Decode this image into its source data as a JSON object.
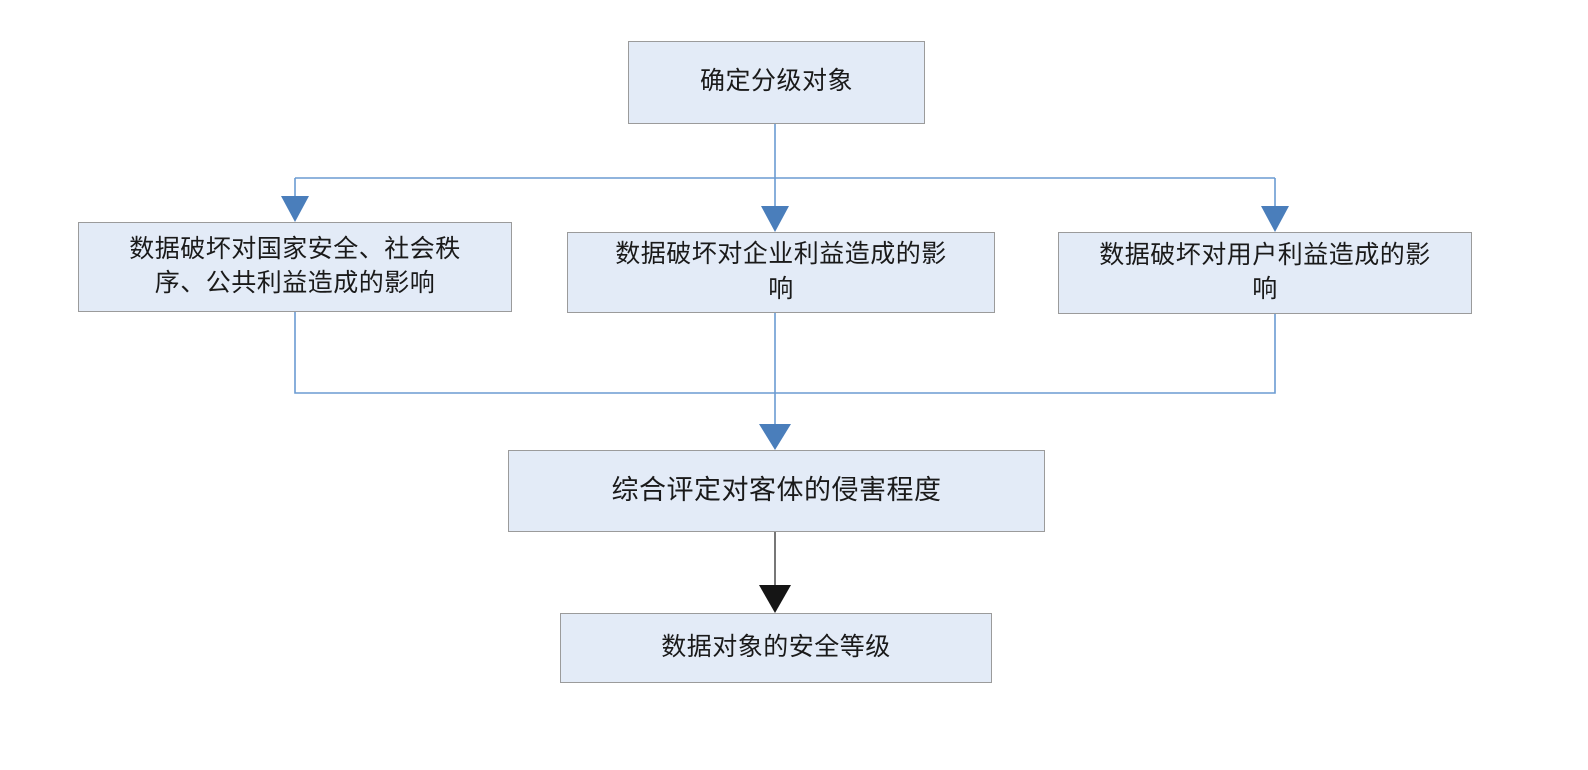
{
  "diagram": {
    "type": "flowchart",
    "title": "",
    "orientation": "top-down",
    "colors": {
      "node_fill": "#e3ebf7",
      "node_border": "#9b9b9b",
      "connector_blue": "#6b9bd2",
      "connector_dark": "#262626",
      "text": "#1a1a1a",
      "background": "#ffffff"
    },
    "nodes": [
      {
        "id": "root",
        "label": "确定分级对象"
      },
      {
        "id": "impact-national",
        "label": "数据破坏对国家安全、社会秩\n序、公共利益造成的影响"
      },
      {
        "id": "impact-enterprise",
        "label": "数据破坏对企业利益造成的影\n响"
      },
      {
        "id": "impact-user",
        "label": "数据破坏对用户利益造成的影\n响"
      },
      {
        "id": "assess",
        "label": "综合评定对客体的侵害程度"
      },
      {
        "id": "result",
        "label": "数据对象的安全等级"
      }
    ],
    "edges": [
      {
        "id": "edge-root-national",
        "from": "root",
        "to": "impact-national",
        "style": "orthogonal",
        "color": "blue",
        "arrow": "filled-triangle"
      },
      {
        "id": "edge-root-enterprise",
        "from": "root",
        "to": "impact-enterprise",
        "style": "straight",
        "color": "blue",
        "arrow": "filled-triangle"
      },
      {
        "id": "edge-root-user",
        "from": "root",
        "to": "impact-user",
        "style": "orthogonal",
        "color": "blue",
        "arrow": "filled-triangle"
      },
      {
        "id": "edge-national-assess",
        "from": "impact-national",
        "to": "assess",
        "style": "orthogonal",
        "color": "blue",
        "arrow": "none"
      },
      {
        "id": "edge-enterprise-assess",
        "from": "impact-enterprise",
        "to": "assess",
        "style": "straight",
        "color": "blue",
        "arrow": "filled-triangle"
      },
      {
        "id": "edge-user-assess",
        "from": "impact-user",
        "to": "assess",
        "style": "orthogonal",
        "color": "blue",
        "arrow": "none"
      },
      {
        "id": "edge-assess-result",
        "from": "assess",
        "to": "result",
        "style": "straight",
        "color": "dark",
        "arrow": "filled-triangle"
      }
    ]
  }
}
